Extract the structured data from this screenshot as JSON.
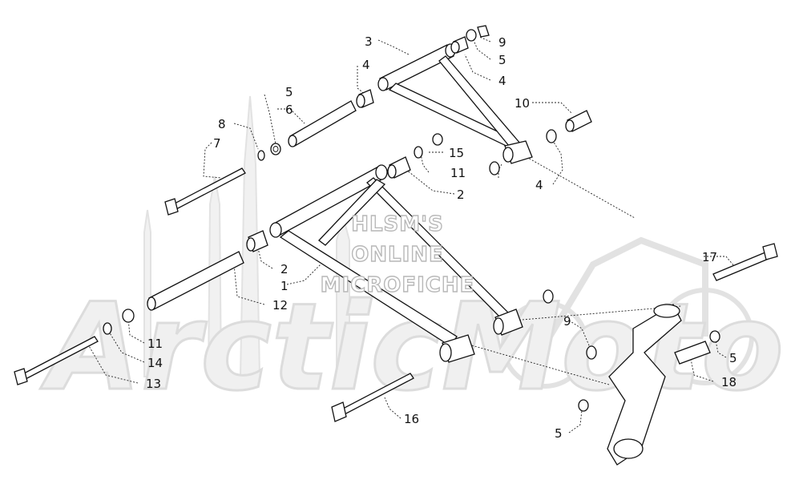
{
  "watermark": {
    "lines": [
      "HLSM'S",
      "ONLINE",
      "MICROFICHE"
    ],
    "logo": "ArcticMoto"
  },
  "callouts": [
    {
      "id": "c3-top",
      "label": "3"
    },
    {
      "id": "c4-top",
      "label": "4"
    },
    {
      "id": "c9-top",
      "label": "9"
    },
    {
      "id": "c5-top",
      "label": "5"
    },
    {
      "id": "c4-right",
      "label": "4"
    },
    {
      "id": "c10",
      "label": "10"
    },
    {
      "id": "c5-left",
      "label": "5"
    },
    {
      "id": "c6",
      "label": "6"
    },
    {
      "id": "c8",
      "label": "8"
    },
    {
      "id": "c7",
      "label": "7"
    },
    {
      "id": "c15",
      "label": "15"
    },
    {
      "id": "c11-top",
      "label": "11"
    },
    {
      "id": "c2-top",
      "label": "2"
    },
    {
      "id": "c4-lower",
      "label": "4"
    },
    {
      "id": "c2-mid",
      "label": "2"
    },
    {
      "id": "c1",
      "label": "1"
    },
    {
      "id": "c12",
      "label": "12"
    },
    {
      "id": "c17",
      "label": "17"
    },
    {
      "id": "c9-mid",
      "label": "9"
    },
    {
      "id": "c11-left",
      "label": "11"
    },
    {
      "id": "c14",
      "label": "14"
    },
    {
      "id": "c13",
      "label": "13"
    },
    {
      "id": "c5-right",
      "label": "5"
    },
    {
      "id": "c18",
      "label": "18"
    },
    {
      "id": "c16",
      "label": "16"
    },
    {
      "id": "c5-bottom",
      "label": "5"
    }
  ]
}
